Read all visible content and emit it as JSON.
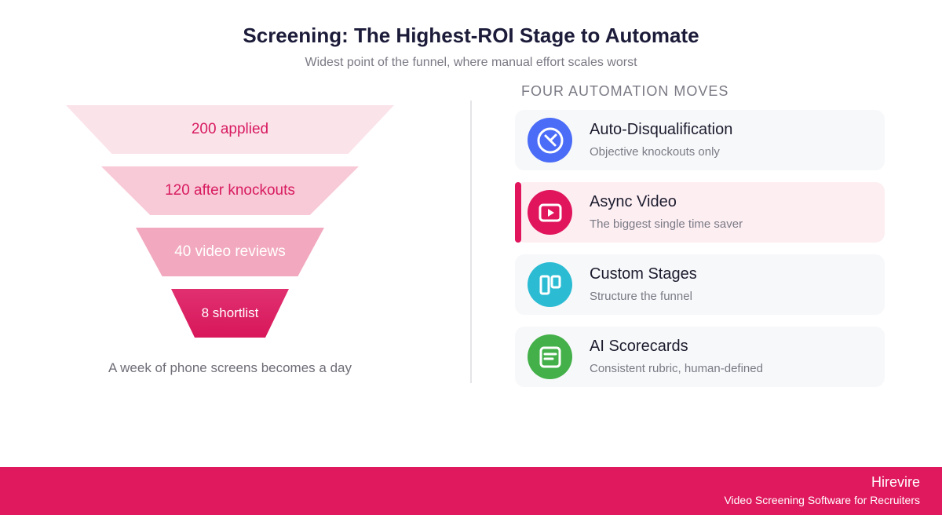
{
  "header": {
    "title": "Screening: The Highest-ROI Stage to Automate",
    "subtitle": "Widest point of the funnel, where manual effort scales worst"
  },
  "funnel": {
    "stages": [
      {
        "label": "200 applied",
        "value": 200
      },
      {
        "label": "120 after knockouts",
        "value": 120
      },
      {
        "label": "40 video reviews",
        "value": 40
      },
      {
        "label": "8 shortlist",
        "value": 8
      }
    ],
    "caption": "A week of phone screens becomes a day"
  },
  "moves": {
    "heading": "FOUR AUTOMATION MOVES",
    "items": [
      {
        "title": "Auto-Disqualification",
        "desc": "Objective knockouts only",
        "icon": "clock-x-icon",
        "color": "#4a6cf7"
      },
      {
        "title": "Async Video",
        "desc": "The biggest single time saver",
        "icon": "video-play-icon",
        "color": "#e0155c"
      },
      {
        "title": "Custom Stages",
        "desc": "Structure the funnel",
        "icon": "stages-icon",
        "color": "#2bbcd4"
      },
      {
        "title": "AI Scorecards",
        "desc": "Consistent rubric, human-defined",
        "icon": "scorecard-icon",
        "color": "#43b049"
      }
    ]
  },
  "footer": {
    "brand": "Hirevire",
    "tagline": "Video Screening Software for Recruiters"
  },
  "colors": {
    "accent": "#e0185d"
  }
}
